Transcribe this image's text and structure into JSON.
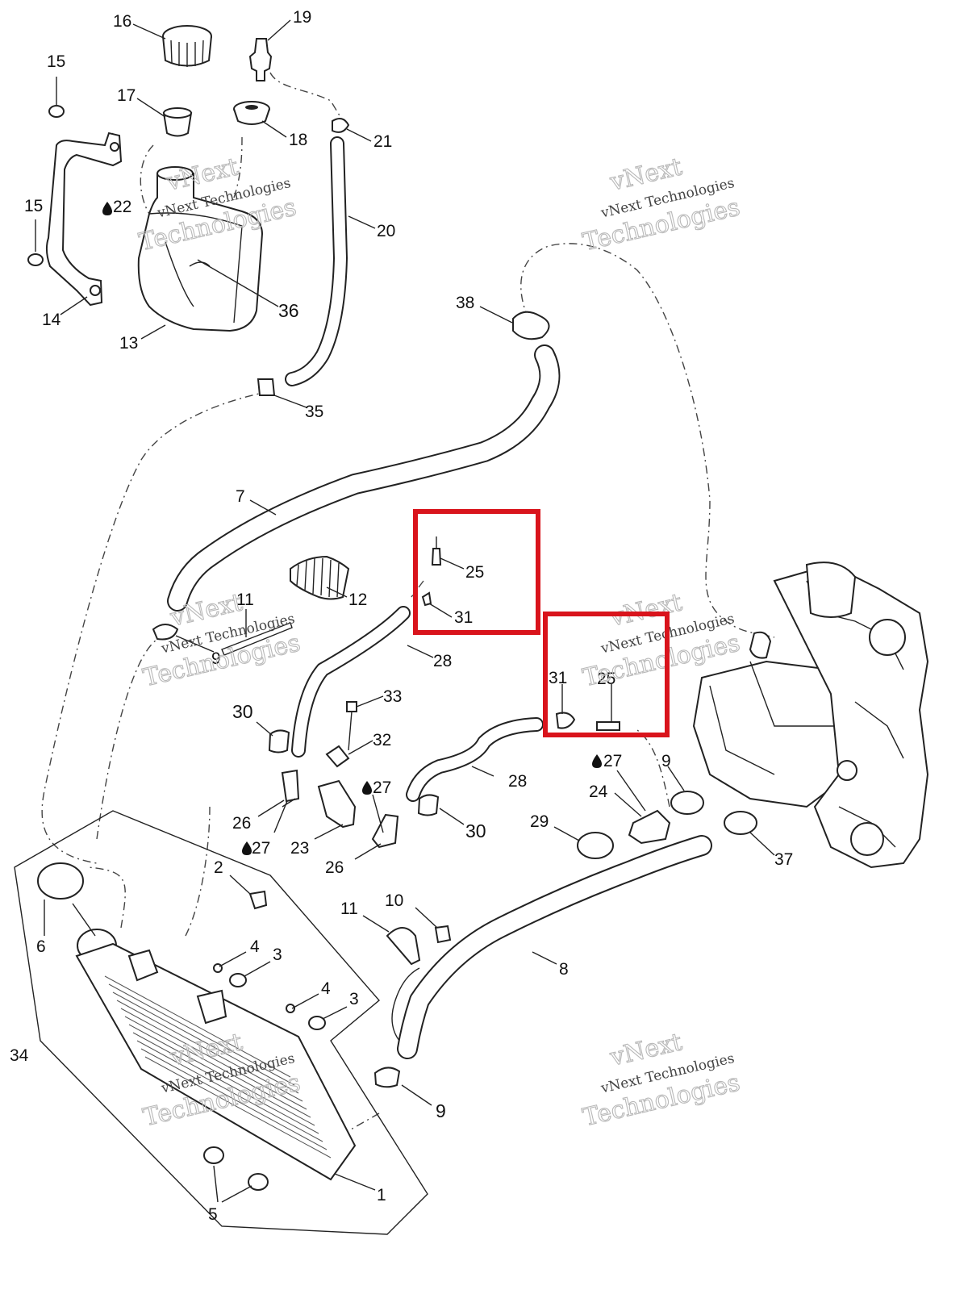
{
  "diagram": {
    "callouts": [
      {
        "id": "c16",
        "text": "16"
      },
      {
        "id": "c19",
        "text": "19"
      },
      {
        "id": "c15a",
        "text": "15"
      },
      {
        "id": "c17",
        "text": "17"
      },
      {
        "id": "c18",
        "text": "18"
      },
      {
        "id": "c21",
        "text": "21"
      },
      {
        "id": "c22",
        "text": "22"
      },
      {
        "id": "c15b",
        "text": "15"
      },
      {
        "id": "c20",
        "text": "20"
      },
      {
        "id": "c36",
        "text": "36"
      },
      {
        "id": "c14",
        "text": "14"
      },
      {
        "id": "c13",
        "text": "13"
      },
      {
        "id": "c38",
        "text": "38"
      },
      {
        "id": "c35",
        "text": "35"
      },
      {
        "id": "c7",
        "text": "7"
      },
      {
        "id": "c25a",
        "text": "25"
      },
      {
        "id": "c11a",
        "text": "11"
      },
      {
        "id": "c12",
        "text": "12"
      },
      {
        "id": "c31a",
        "text": "31"
      },
      {
        "id": "c9a",
        "text": "9"
      },
      {
        "id": "c28a",
        "text": "28"
      },
      {
        "id": "c31b",
        "text": "31"
      },
      {
        "id": "c25b",
        "text": "25"
      },
      {
        "id": "c33",
        "text": "33"
      },
      {
        "id": "c30a",
        "text": "30"
      },
      {
        "id": "c32",
        "text": "32"
      },
      {
        "id": "c27a",
        "text": "27"
      },
      {
        "id": "c9b",
        "text": "9"
      },
      {
        "id": "c28b",
        "text": "28"
      },
      {
        "id": "c24",
        "text": "24"
      },
      {
        "id": "c27b",
        "text": "27"
      },
      {
        "id": "c26a",
        "text": "26"
      },
      {
        "id": "c29",
        "text": "29"
      },
      {
        "id": "c30b",
        "text": "30"
      },
      {
        "id": "c27c",
        "text": "27"
      },
      {
        "id": "c23",
        "text": "23"
      },
      {
        "id": "c37",
        "text": "37"
      },
      {
        "id": "c26b",
        "text": "26"
      },
      {
        "id": "c2",
        "text": "2"
      },
      {
        "id": "c10",
        "text": "10"
      },
      {
        "id": "c11b",
        "text": "11"
      },
      {
        "id": "c6",
        "text": "6"
      },
      {
        "id": "c4a",
        "text": "4"
      },
      {
        "id": "c3a",
        "text": "3"
      },
      {
        "id": "c8",
        "text": "8"
      },
      {
        "id": "c4b",
        "text": "4"
      },
      {
        "id": "c3b",
        "text": "3"
      },
      {
        "id": "c34",
        "text": "34"
      },
      {
        "id": "c9c",
        "text": "9"
      },
      {
        "id": "c1",
        "text": "1"
      },
      {
        "id": "c5",
        "text": "5"
      }
    ],
    "watermark": {
      "brand": "vNext",
      "line": "vNext Technologies",
      "word": "Technologies"
    },
    "highlight_color": "#d9141c"
  }
}
